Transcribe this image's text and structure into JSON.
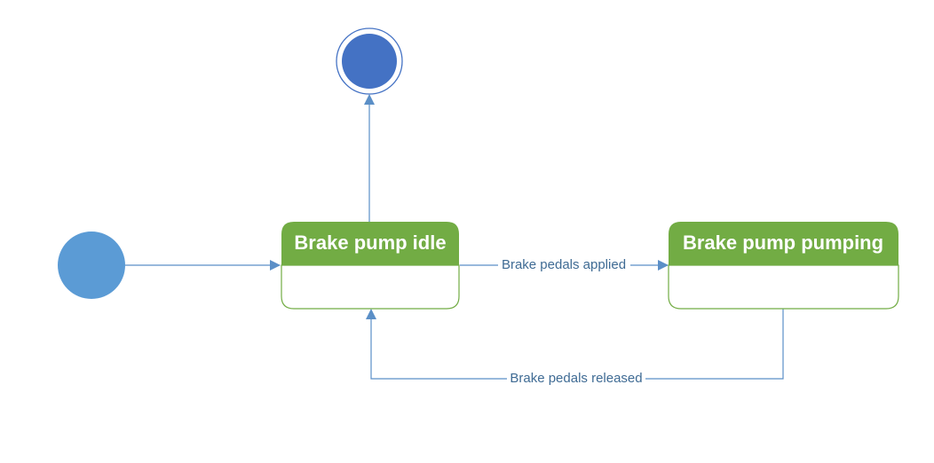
{
  "diagram": {
    "states": [
      {
        "id": "idle",
        "title": "Brake pump idle"
      },
      {
        "id": "pumping",
        "title": "Brake pump pumping"
      }
    ],
    "transitions": [
      {
        "from": "initial",
        "to": "idle",
        "label": ""
      },
      {
        "from": "idle",
        "to": "pumping",
        "label": "Brake pedals applied"
      },
      {
        "from": "pumping",
        "to": "idle",
        "label": "Brake pedals released"
      },
      {
        "from": "idle",
        "to": "final",
        "label": ""
      }
    ],
    "colors": {
      "state_header": "#72ac44",
      "state_border": "#72ac44",
      "initial_node": "#5b9bd5",
      "final_node": "#4472c4",
      "arrow": "#5b8fc7",
      "label_text": "#3f6b94"
    }
  }
}
